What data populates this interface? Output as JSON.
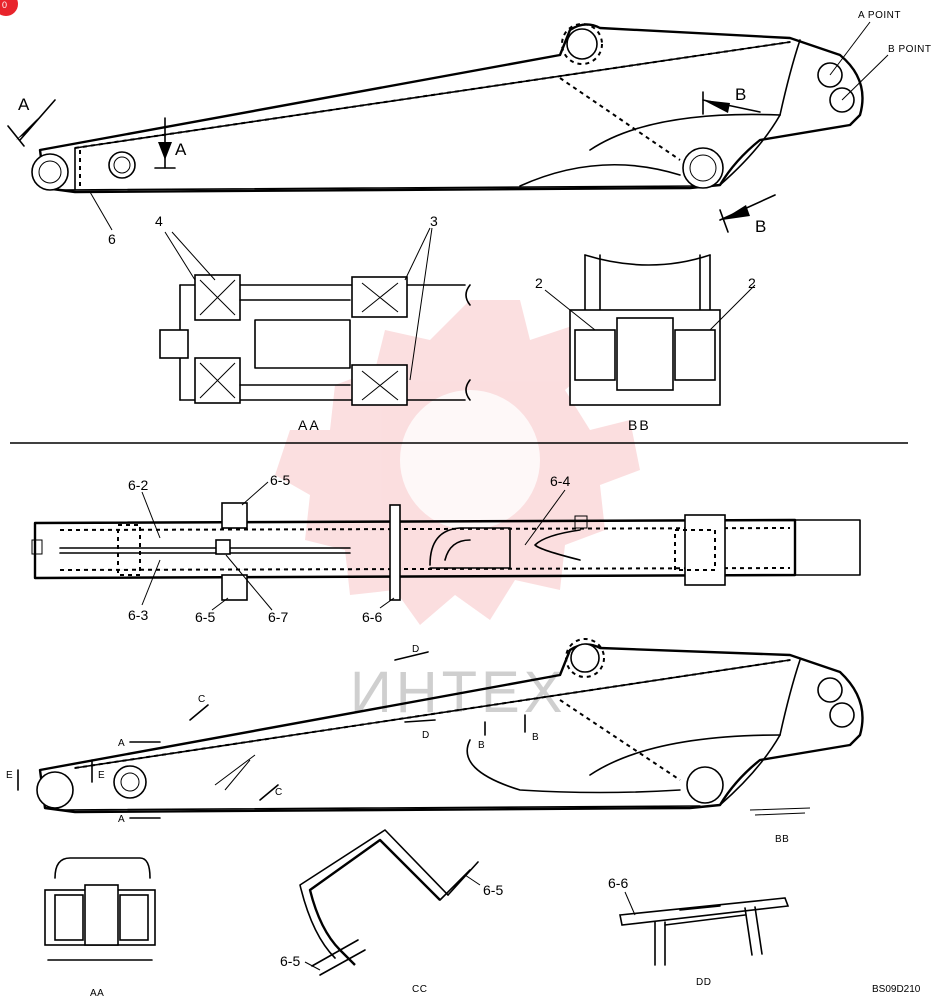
{
  "drawing": {
    "corner_badge": "0",
    "drawing_number": "BS09D210",
    "watermark": "ИНТЕХ",
    "brand_color": "#e8242c",
    "watermark_color": "#f4a3a6"
  },
  "top_view": {
    "point_a": "A POINT",
    "point_b": "B POINT",
    "section_a": "A",
    "section_b": "B",
    "callout_6": "6",
    "callout_4": "4",
    "callout_3": "3",
    "callout_2": "2",
    "caption_aa": "AA",
    "caption_bb": "BB"
  },
  "plan_view": {
    "c6_2": "6-2",
    "c6_3": "6-3",
    "c6_4": "6-4",
    "c6_5": "6-5",
    "c6_6": "6-6",
    "c6_7": "6-7"
  },
  "bottom_view": {
    "sec_d": "D",
    "sec_c": "C",
    "sec_a": "A",
    "sec_e": "E",
    "sec_b": "B",
    "caption_bb": "BB",
    "caption_aa": "AA",
    "caption_cc": "CC",
    "caption_dd": "DD",
    "c6_5": "6-5",
    "c6_6": "6-6"
  }
}
